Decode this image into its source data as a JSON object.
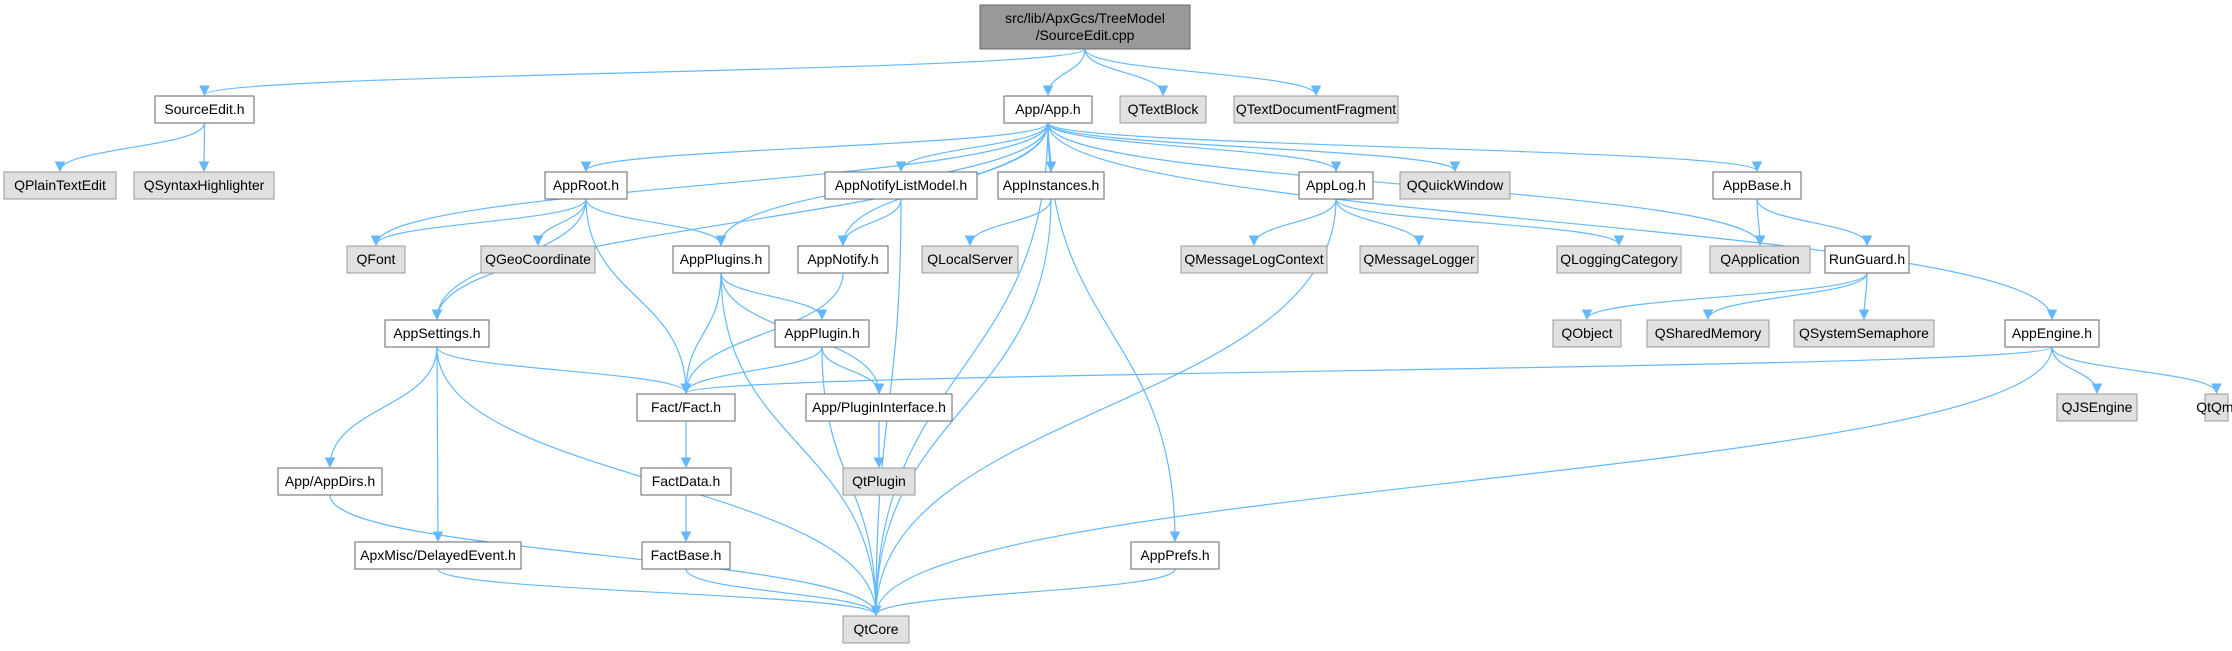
{
  "colors": {
    "edge": "#63b8ff",
    "root_fill": "#999999",
    "root_border": "#666666",
    "header_fill": "#ffffff",
    "header_border": "#666666",
    "external_fill": "#e0e0e0",
    "external_border": "#999999"
  },
  "nodes": [
    {
      "id": "root",
      "kind": "root",
      "lines": [
        "src/lib/ApxGcs/TreeModel",
        "/SourceEdit.cpp"
      ]
    },
    {
      "id": "sourceedit_h",
      "kind": "header",
      "lines": [
        "SourceEdit.h"
      ]
    },
    {
      "id": "app_h",
      "kind": "header",
      "lines": [
        "App/App.h"
      ]
    },
    {
      "id": "qtextblock",
      "kind": "external",
      "lines": [
        "QTextBlock"
      ]
    },
    {
      "id": "qtextdocumentfragment",
      "kind": "external",
      "lines": [
        "QTextDocumentFragment"
      ]
    },
    {
      "id": "qplaintextedit",
      "kind": "external",
      "lines": [
        "QPlainTextEdit"
      ]
    },
    {
      "id": "qsyntaxhighlighter",
      "kind": "external",
      "lines": [
        "QSyntaxHighlighter"
      ]
    },
    {
      "id": "approot_h",
      "kind": "header",
      "lines": [
        "AppRoot.h"
      ]
    },
    {
      "id": "appnotifylistmodel_h",
      "kind": "header",
      "lines": [
        "AppNotifyListModel.h"
      ]
    },
    {
      "id": "appinstances_h",
      "kind": "header",
      "lines": [
        "AppInstances.h"
      ]
    },
    {
      "id": "applog_h",
      "kind": "header",
      "lines": [
        "AppLog.h"
      ]
    },
    {
      "id": "qquickwindow",
      "kind": "external",
      "lines": [
        "QQuickWindow"
      ]
    },
    {
      "id": "appbase_h",
      "kind": "header",
      "lines": [
        "AppBase.h"
      ]
    },
    {
      "id": "qfont",
      "kind": "external",
      "lines": [
        "QFont"
      ]
    },
    {
      "id": "qgeocoordinate",
      "kind": "external",
      "lines": [
        "QGeoCoordinate"
      ]
    },
    {
      "id": "appplugins_h",
      "kind": "header",
      "lines": [
        "AppPlugins.h"
      ]
    },
    {
      "id": "appnotify_h",
      "kind": "header",
      "lines": [
        "AppNotify.h"
      ]
    },
    {
      "id": "qlocalserver",
      "kind": "external",
      "lines": [
        "QLocalServer"
      ]
    },
    {
      "id": "qmessagelogcontext",
      "kind": "external",
      "lines": [
        "QMessageLogContext"
      ]
    },
    {
      "id": "qmessagelogger",
      "kind": "external",
      "lines": [
        "QMessageLogger"
      ]
    },
    {
      "id": "qloggingcategory",
      "kind": "external",
      "lines": [
        "QLoggingCategory"
      ]
    },
    {
      "id": "qapplication",
      "kind": "external",
      "lines": [
        "QApplication"
      ]
    },
    {
      "id": "runguard_h",
      "kind": "header",
      "lines": [
        "RunGuard.h"
      ]
    },
    {
      "id": "appsettings_h",
      "kind": "header",
      "lines": [
        "AppSettings.h"
      ]
    },
    {
      "id": "appplugin_h",
      "kind": "header",
      "lines": [
        "AppPlugin.h"
      ]
    },
    {
      "id": "qobject",
      "kind": "external",
      "lines": [
        "QObject"
      ]
    },
    {
      "id": "qsharedmemory",
      "kind": "external",
      "lines": [
        "QSharedMemory"
      ]
    },
    {
      "id": "qsystemsemaphore",
      "kind": "external",
      "lines": [
        "QSystemSemaphore"
      ]
    },
    {
      "id": "appengine_h",
      "kind": "header",
      "lines": [
        "AppEngine.h"
      ]
    },
    {
      "id": "fact_h",
      "kind": "header",
      "lines": [
        "Fact/Fact.h"
      ]
    },
    {
      "id": "apppluginterface_h",
      "kind": "header",
      "lines": [
        "App/PluginInterface.h"
      ]
    },
    {
      "id": "qjsengine",
      "kind": "external",
      "lines": [
        "QJSEngine"
      ]
    },
    {
      "id": "qtqml",
      "kind": "external",
      "lines": [
        "QtQml"
      ]
    },
    {
      "id": "appdirs_h",
      "kind": "header",
      "lines": [
        "App/AppDirs.h"
      ]
    },
    {
      "id": "factdata_h",
      "kind": "header",
      "lines": [
        "FactData.h"
      ]
    },
    {
      "id": "qtplugin",
      "kind": "external",
      "lines": [
        "QtPlugin"
      ]
    },
    {
      "id": "delayedevent_h",
      "kind": "header",
      "lines": [
        "ApxMisc/DelayedEvent.h"
      ]
    },
    {
      "id": "factbase_h",
      "kind": "header",
      "lines": [
        "FactBase.h"
      ]
    },
    {
      "id": "appprefs_h",
      "kind": "header",
      "lines": [
        "AppPrefs.h"
      ]
    },
    {
      "id": "qtcore",
      "kind": "external",
      "lines": [
        "QtCore"
      ]
    }
  ],
  "edges": [
    [
      "root",
      "sourceedit_h"
    ],
    [
      "root",
      "app_h"
    ],
    [
      "root",
      "qtextblock"
    ],
    [
      "root",
      "qtextdocumentfragment"
    ],
    [
      "sourceedit_h",
      "qplaintextedit"
    ],
    [
      "sourceedit_h",
      "qsyntaxhighlighter"
    ],
    [
      "app_h",
      "approot_h"
    ],
    [
      "app_h",
      "appnotifylistmodel_h"
    ],
    [
      "app_h",
      "appinstances_h"
    ],
    [
      "app_h",
      "applog_h"
    ],
    [
      "app_h",
      "qquickwindow"
    ],
    [
      "app_h",
      "appbase_h"
    ],
    [
      "app_h",
      "qfont"
    ],
    [
      "app_h",
      "appplugins_h"
    ],
    [
      "app_h",
      "appnotify_h"
    ],
    [
      "app_h",
      "appsettings_h"
    ],
    [
      "app_h",
      "appprefs_h"
    ],
    [
      "app_h",
      "qapplication"
    ],
    [
      "app_h",
      "appengine_h"
    ],
    [
      "app_h",
      "qtcore"
    ],
    [
      "approot_h",
      "qfont"
    ],
    [
      "approot_h",
      "qgeocoordinate"
    ],
    [
      "approot_h",
      "appplugins_h"
    ],
    [
      "approot_h",
      "appsettings_h"
    ],
    [
      "approot_h",
      "fact_h"
    ],
    [
      "appnotifylistmodel_h",
      "appnotify_h"
    ],
    [
      "appnotifylistmodel_h",
      "qtcore"
    ],
    [
      "appinstances_h",
      "qlocalserver"
    ],
    [
      "appinstances_h",
      "qtcore"
    ],
    [
      "applog_h",
      "qmessagelogcontext"
    ],
    [
      "applog_h",
      "qmessagelogger"
    ],
    [
      "applog_h",
      "qloggingcategory"
    ],
    [
      "applog_h",
      "qtcore"
    ],
    [
      "appbase_h",
      "qapplication"
    ],
    [
      "appbase_h",
      "runguard_h"
    ],
    [
      "runguard_h",
      "qobject"
    ],
    [
      "runguard_h",
      "qsharedmemory"
    ],
    [
      "runguard_h",
      "qsystemsemaphore"
    ],
    [
      "appplugins_h",
      "appplugin_h"
    ],
    [
      "appplugins_h",
      "fact_h"
    ],
    [
      "appplugins_h",
      "apppluginterface_h"
    ],
    [
      "appplugins_h",
      "qtcore"
    ],
    [
      "appnotify_h",
      "fact_h"
    ],
    [
      "appsettings_h",
      "fact_h"
    ],
    [
      "appsettings_h",
      "appdirs_h"
    ],
    [
      "appsettings_h",
      "delayedevent_h"
    ],
    [
      "appsettings_h",
      "qtcore"
    ],
    [
      "appplugin_h",
      "fact_h"
    ],
    [
      "appplugin_h",
      "apppluginterface_h"
    ],
    [
      "appplugin_h",
      "qtcore"
    ],
    [
      "appengine_h",
      "fact_h"
    ],
    [
      "appengine_h",
      "qjsengine"
    ],
    [
      "appengine_h",
      "qtqml"
    ],
    [
      "appengine_h",
      "qtcore"
    ],
    [
      "fact_h",
      "factdata_h"
    ],
    [
      "factdata_h",
      "factbase_h"
    ],
    [
      "factbase_h",
      "qtcore"
    ],
    [
      "apppluginterface_h",
      "qtplugin"
    ],
    [
      "appdirs_h",
      "qtcore"
    ],
    [
      "delayedevent_h",
      "qtcore"
    ],
    [
      "appprefs_h",
      "qtcore"
    ]
  ]
}
